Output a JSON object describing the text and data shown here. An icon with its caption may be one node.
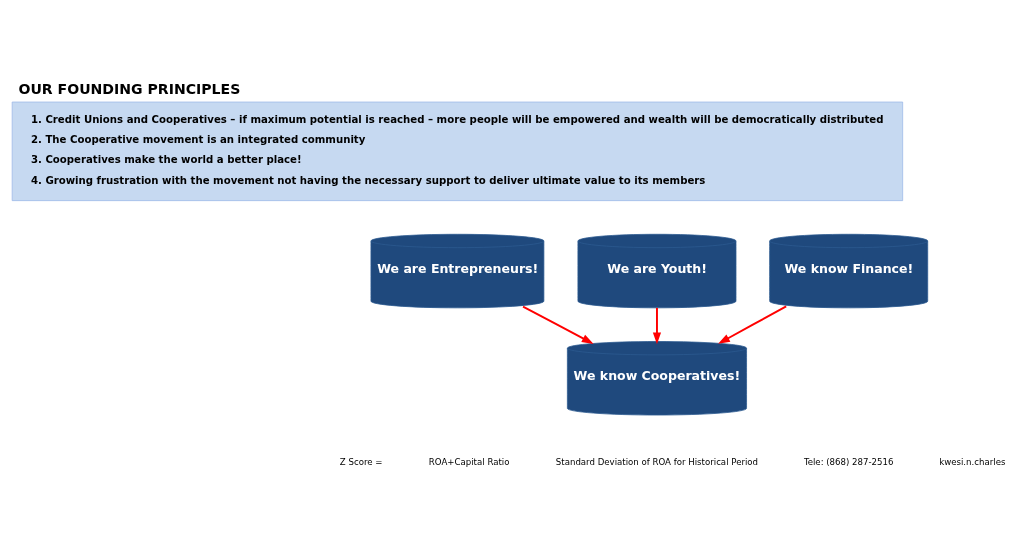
{
  "diagram": {
    "title": "OUR FOUNDING PRINCIPLES",
    "nodes": [
      {
        "text": [
          "1. Credit Unions and Cooperatives – if maximum potential is reached – more people will be empowered and wealth will be democratically distributed",
          "2. The Cooperative movement is an integrated community",
          "3. Cooperatives make the world a better place!",
          "4. Growing frustration with the movement not having the necessary support to deliver ultimate value to its members"
        ]
      },
      {
        "text": [
          "We are Youth!"
        ]
      },
      {
        "text": [
          "We are Entrepreneurs!"
        ]
      },
      {
        "text": [
          "We know Finance!"
        ]
      },
      {
        "text": [
          "We know Cooperatives!"
        ]
      }
    ],
    "edges": [
      {
        "from": 1,
        "to": 4,
        "arrow": "to"
      },
      {
        "from": 2,
        "to": 4,
        "arrow": "to"
      },
      {
        "from": 3,
        "to": 4,
        "arrow": "to"
      }
    ],
    "labels": [
      "Z Score =",
      "ROA+Capital Ratio",
      "Standard Deviation of ROA for Historical Period",
      "Tele: (868) 287-2516",
      "kwesi.n.charles"
    ]
  }
}
